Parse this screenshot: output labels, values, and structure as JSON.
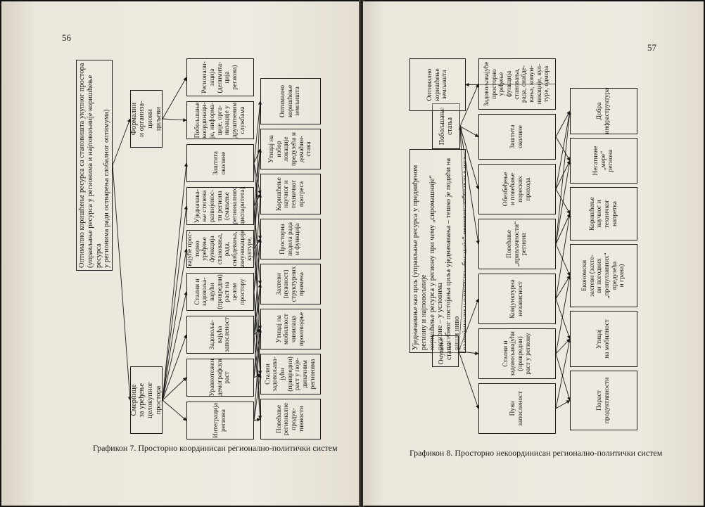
{
  "left_page": {
    "page_number": "56",
    "caption": "Графикон 7. Просторно координисан регионално-политички систем",
    "goal": "Оптимално коришћење ресурса са становишта укупног простора\n(управљање ресурса у регионима и најповољније коришћење ресурса\nу регионима ради остварења глобалног оптимума)",
    "directions": [
      {
        "id": "L_D1",
        "text": "Смернице\nза уређење\nцелокупног\nпростора"
      },
      {
        "id": "L_D2",
        "text": "Формални\nи организа-\nциони\nциљеви"
      }
    ],
    "middle": [
      {
        "id": "L_M1",
        "text": "Интеграција\nрегиона"
      },
      {
        "id": "L_M2",
        "text": "Уравнотежен\nдемографски\nраст"
      },
      {
        "id": "L_M3",
        "text": "Задовоља-\nвајућа\nзапосленост"
      },
      {
        "id": "L_M4",
        "text": "Стални и\nзадовоља-\nвајући\n(привредни)\nраст на\nцелом\nпростору"
      },
      {
        "id": "L_M5",
        "text": "Задовоља-\nвајуће прос-\nторно\nуређење\nфункција\nстановања,\nрада,\nснабдевања,\nкомуникације,\nкултуре,\nодмора"
      },
      {
        "id": "L_M6",
        "text": "Уједначава-\nње степена\nразвијенос-\nти региона\n(смањење\nрегионалних\nдиспаритета)"
      },
      {
        "id": "L_M7",
        "text": "Заштита\nоколине"
      },
      {
        "id": "L_M8",
        "text": "Побољшање\nкоординаци-\nје, информа-\nције, орга-\nнизације у\nдруштвеним\nслужбама"
      },
      {
        "id": "L_M9",
        "text": "Регионали-\nзација\n(делимита-\nција региона)"
      }
    ],
    "bottom": [
      {
        "id": "L_B1",
        "text": "Повећање\nрегионалне\nпродук-\nтивности"
      },
      {
        "id": "L_B2",
        "text": "Стални\nзадовољава-\nјући\n(привредни)\nраст у поје-\nдиначним\nрегионима"
      },
      {
        "id": "L_B3",
        "text": "Утицај на\nмобилност\nчинилаца\nпроизводње"
      },
      {
        "id": "L_B4",
        "text": "Захтеви\n(нужност)\nструктурних\nпромена"
      },
      {
        "id": "L_B5",
        "text": "Просторна\nподела рада\nи функција"
      },
      {
        "id": "L_B6",
        "text": "Коришћење\nнаучног и\nтехничког\nпрогреса"
      },
      {
        "id": "L_B7",
        "text": "Утицај на\nизбор\nлокације\nпредузећа и\nдомаћин-\nстава"
      },
      {
        "id": "L_B8",
        "text": "Оптимално\nкоришћење\nземљишта"
      }
    ],
    "links": [
      [
        "L_GOAL",
        "L_D1"
      ],
      [
        "L_GOAL",
        "L_D2"
      ],
      [
        "L_D1",
        "L_M1"
      ],
      [
        "L_D1",
        "L_M2"
      ],
      [
        "L_D1",
        "L_M3"
      ],
      [
        "L_D1",
        "L_M4"
      ],
      [
        "L_D1",
        "L_M5"
      ],
      [
        "L_D1",
        "L_M6"
      ],
      [
        "L_D1",
        "L_M7"
      ],
      [
        "L_D2",
        "L_M8"
      ],
      [
        "L_D2",
        "L_M9"
      ],
      [
        "L_M1",
        "L_B1"
      ],
      [
        "L_M1",
        "L_B2"
      ],
      [
        "L_M1",
        "L_B3"
      ],
      [
        "L_M2",
        "L_B2"
      ],
      [
        "L_M2",
        "L_B3"
      ],
      [
        "L_M2",
        "L_B4"
      ],
      [
        "L_M3",
        "L_B3"
      ],
      [
        "L_M3",
        "L_B4"
      ],
      [
        "L_M3",
        "L_B5"
      ],
      [
        "L_M3",
        "L_B1"
      ],
      [
        "L_M4",
        "L_B1"
      ],
      [
        "L_M4",
        "L_B2"
      ],
      [
        "L_M4",
        "L_B5"
      ],
      [
        "L_M4",
        "L_B6"
      ],
      [
        "L_M5",
        "L_B3"
      ],
      [
        "L_M5",
        "L_B5"
      ],
      [
        "L_M5",
        "L_B7"
      ],
      [
        "L_M5",
        "L_B8"
      ],
      [
        "L_M6",
        "L_B2"
      ],
      [
        "L_M6",
        "L_B4"
      ],
      [
        "L_M6",
        "L_B6"
      ],
      [
        "L_M6",
        "L_B7"
      ],
      [
        "L_M7",
        "L_B5"
      ],
      [
        "L_M7",
        "L_B7"
      ],
      [
        "L_M7",
        "L_B8"
      ],
      [
        "L_M7",
        "L_B6"
      ]
    ]
  },
  "right_page": {
    "page_number": "57",
    "caption": "Графикон 8. Просторно некоординисан регионално-политички систем",
    "goal": "Уједначавање као циљ (управљање ресурса у предвиђеном региону и најповољније\nкоришћење ресурса у региону при чему „сиромашније“ регионе – у условима\nпосебног постојања циља уједначавања – тешко је подићи на виши ниво\nразвијености у односу на „богатије“ регионе; избегавање или смањење регионалних\nдиспаритета)",
    "directions": [
      {
        "id": "R_D1",
        "text": "Очување\nстања"
      },
      {
        "id": "R_D2",
        "text": "Побољшање\nстања"
      }
    ],
    "middle": [
      {
        "id": "R_M1",
        "text": "Пуна\nзапосленост"
      },
      {
        "id": "R_M2",
        "text": "Стални и\nзадовољавајући\n(привредни)\nраст у региону"
      },
      {
        "id": "R_M3",
        "text": "Конјунктурна\nнезависност"
      },
      {
        "id": "R_M4",
        "text": "Повећање\n„привлачности“\nрегиона"
      },
      {
        "id": "R_M5",
        "text": "Обезбеђење\nи повећање\nпореских\nприхода"
      },
      {
        "id": "R_M6",
        "text": "Заштита\nоколине"
      },
      {
        "id": "R_M7",
        "text": "Задовољавајуће\nпросторно\nуређење\nфункција\nстановања,\nрада, снабде-\nвања, комун-\nникације, кул-\nтуре, одмора"
      }
    ],
    "bottom": [
      {
        "id": "R_B1",
        "text": "Пораст\nпродуктивности"
      },
      {
        "id": "R_B2",
        "text": "Утицај\nна мобилност"
      },
      {
        "id": "R_B3",
        "text": "Економски\nзахтеви (захте-\nви погодних\n„пропулзивних“\nпредузећа\nи грана)"
      },
      {
        "id": "R_B4",
        "text": "Коришћење\nнаучног и\nтехничког\nнапретка"
      },
      {
        "id": "R_B5",
        "text": "Негативне\n„мере“\nрегиона"
      },
      {
        "id": "R_B6",
        "text": "Добра\nинфраструктура"
      },
      {
        "id": "R_B7",
        "text": "Оптимално\nкоришћење\nземљишта"
      }
    ],
    "links": [
      [
        "R_GOAL",
        "R_D1"
      ],
      [
        "R_GOAL",
        "R_D2"
      ],
      [
        "R_D1",
        "R_M1"
      ],
      [
        "R_D1",
        "R_M2"
      ],
      [
        "R_D1",
        "R_M3"
      ],
      [
        "R_D2",
        "R_M4"
      ],
      [
        "R_D2",
        "R_M5"
      ],
      [
        "R_D2",
        "R_M6"
      ],
      [
        "R_D2",
        "R_M7"
      ],
      [
        "R_M1",
        "R_B1"
      ],
      [
        "R_M1",
        "R_B2"
      ],
      [
        "R_M2",
        "R_B1"
      ],
      [
        "R_M2",
        "R_B2"
      ],
      [
        "R_M2",
        "R_B3"
      ],
      [
        "R_M3",
        "R_B3"
      ],
      [
        "R_M3",
        "R_B4"
      ],
      [
        "R_M3",
        "R_B2"
      ],
      [
        "R_M4",
        "R_B3"
      ],
      [
        "R_M4",
        "R_B5"
      ],
      [
        "R_M4",
        "R_B6"
      ],
      [
        "R_M4",
        "R_B4"
      ],
      [
        "R_M5",
        "R_B5"
      ],
      [
        "R_M5",
        "R_B6"
      ],
      [
        "R_M5",
        "R_B4"
      ],
      [
        "R_M6",
        "R_B6"
      ],
      [
        "R_M6",
        "R_B5"
      ],
      [
        "R_M7",
        "R_B7"
      ]
    ]
  }
}
